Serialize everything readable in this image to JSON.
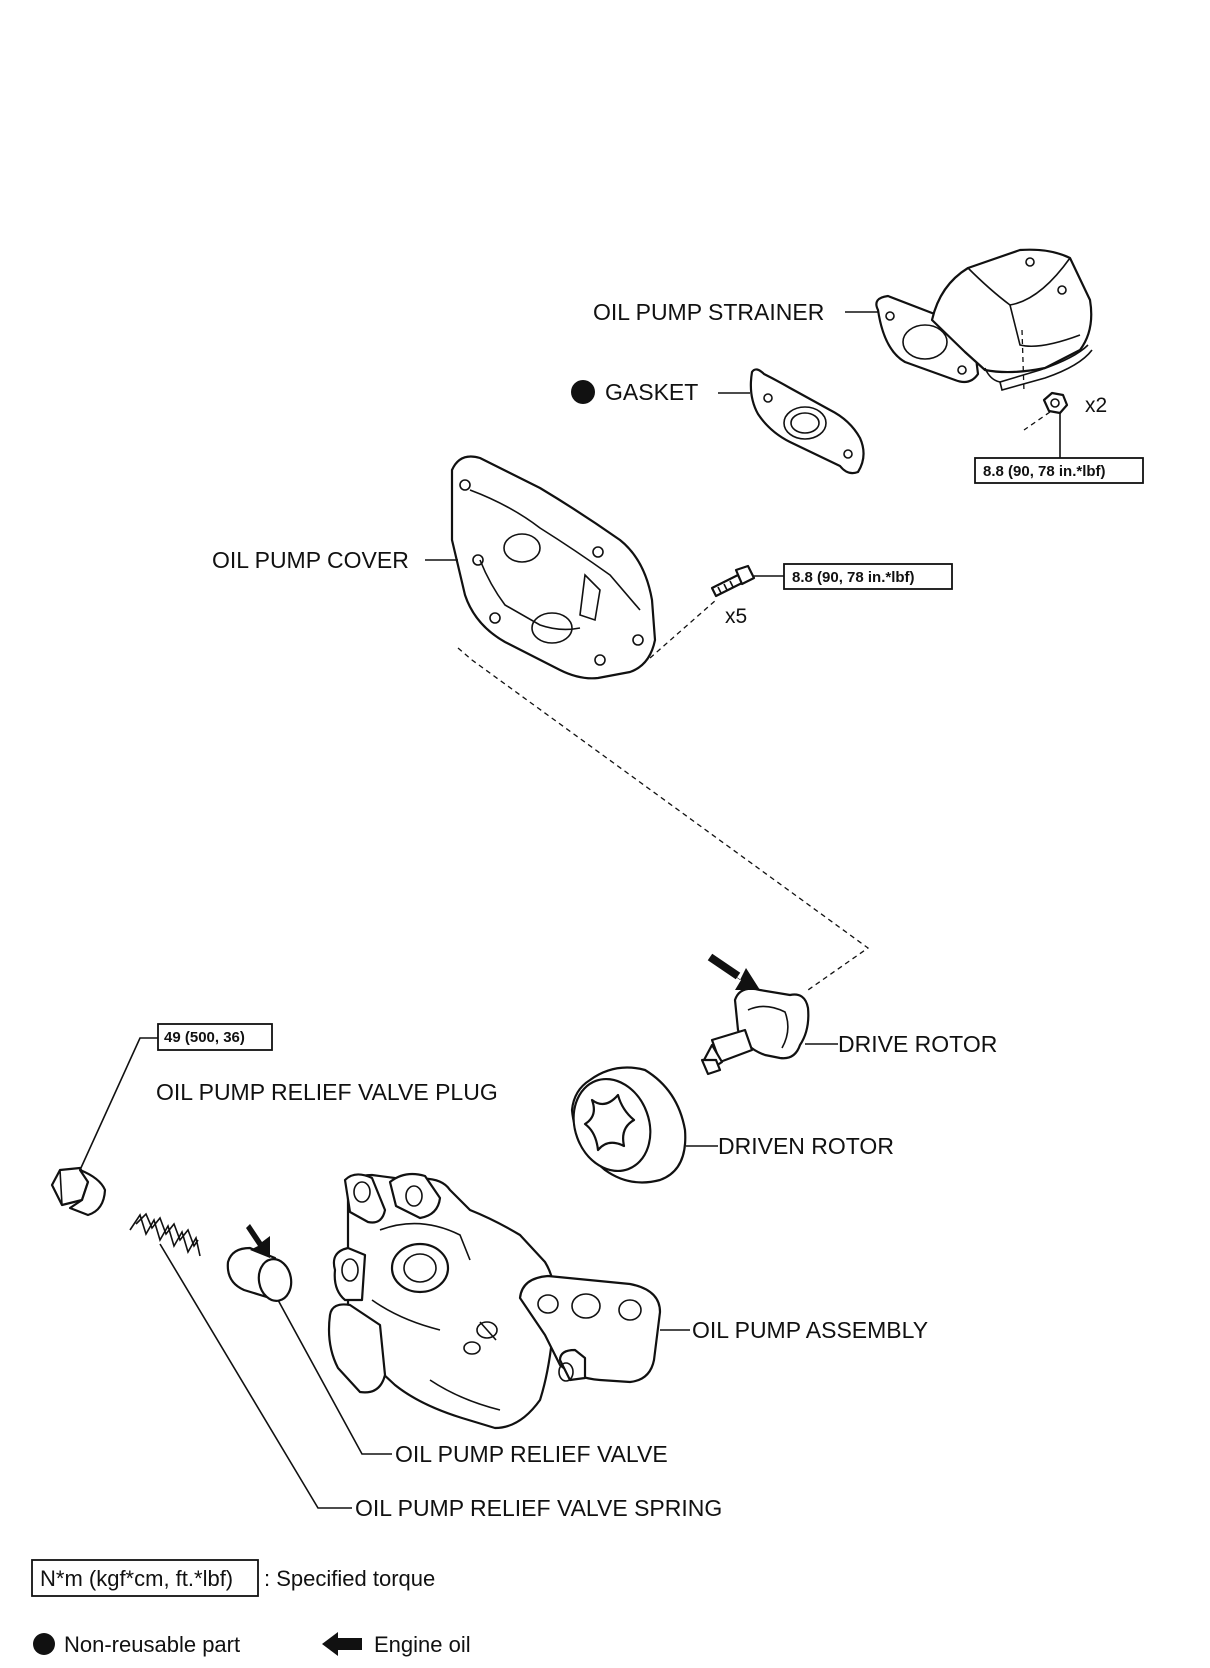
{
  "labels": {
    "oil_pump_strainer": "OIL PUMP STRAINER",
    "gasket": "GASKET",
    "oil_pump_cover": "OIL PUMP COVER",
    "drive_rotor": "DRIVE ROTOR",
    "driven_rotor": "DRIVEN ROTOR",
    "relief_valve_plug": "OIL PUMP RELIEF VALVE PLUG",
    "oil_pump_assembly": "OIL PUMP ASSEMBLY",
    "relief_valve": "OIL PUMP RELIEF VALVE",
    "relief_valve_spring": "OIL PUMP RELIEF VALVE SPRING"
  },
  "torques": {
    "strainer_nut": "8.8 (90, 78 in.*lbf)",
    "cover_bolt": "8.8 (90, 78 in.*lbf)",
    "relief_plug": "49 (500, 36)"
  },
  "quantities": {
    "strainer_nut": "x2",
    "cover_bolt": "x5"
  },
  "legend": {
    "torque_unit": "N*m (kgf*cm, ft.*lbf)",
    "torque_text": ": Specified torque",
    "non_reusable": "Non-reusable part",
    "engine_oil": "Engine oil"
  },
  "colors": {
    "ink": "#111111",
    "background": "#ffffff"
  }
}
